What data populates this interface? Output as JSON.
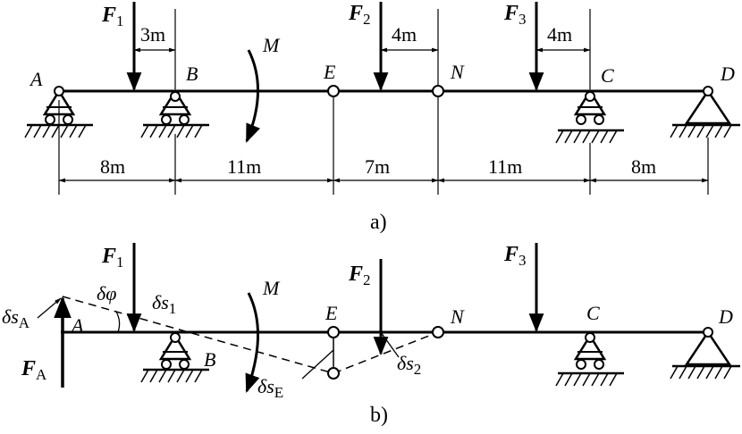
{
  "part_a": {
    "caption": "a)",
    "points": {
      "A": "A",
      "B": "B",
      "E": "E",
      "N": "N",
      "C": "C",
      "D": "D"
    },
    "forces": {
      "F1": {
        "main": "F",
        "sub": "1"
      },
      "F2": {
        "main": "F",
        "sub": "2"
      },
      "F3": {
        "main": "F",
        "sub": "3"
      },
      "M": "M"
    },
    "offsets": {
      "f1": "3m",
      "f2": "4m",
      "f3": "4m"
    },
    "spans": [
      "8m",
      "11m",
      "7m",
      "11m",
      "8m"
    ]
  },
  "part_b": {
    "caption": "b)",
    "points": {
      "A": "A",
      "B": "B",
      "E": "E",
      "N": "N",
      "C": "C",
      "D": "D"
    },
    "forces": {
      "F1": {
        "main": "F",
        "sub": "1"
      },
      "F2": {
        "main": "F",
        "sub": "2"
      },
      "F3": {
        "main": "F",
        "sub": "3"
      },
      "FA": {
        "main": "F",
        "sub": "A"
      },
      "M": "M"
    },
    "virtual": {
      "dphi": "δφ",
      "ds1": {
        "main": "δs",
        "sub": "1"
      },
      "ds2": {
        "main": "δs",
        "sub": "2"
      },
      "dsA": {
        "main": "δs",
        "sub": "A"
      },
      "dsE": {
        "main": "δs",
        "sub": "E"
      }
    }
  }
}
